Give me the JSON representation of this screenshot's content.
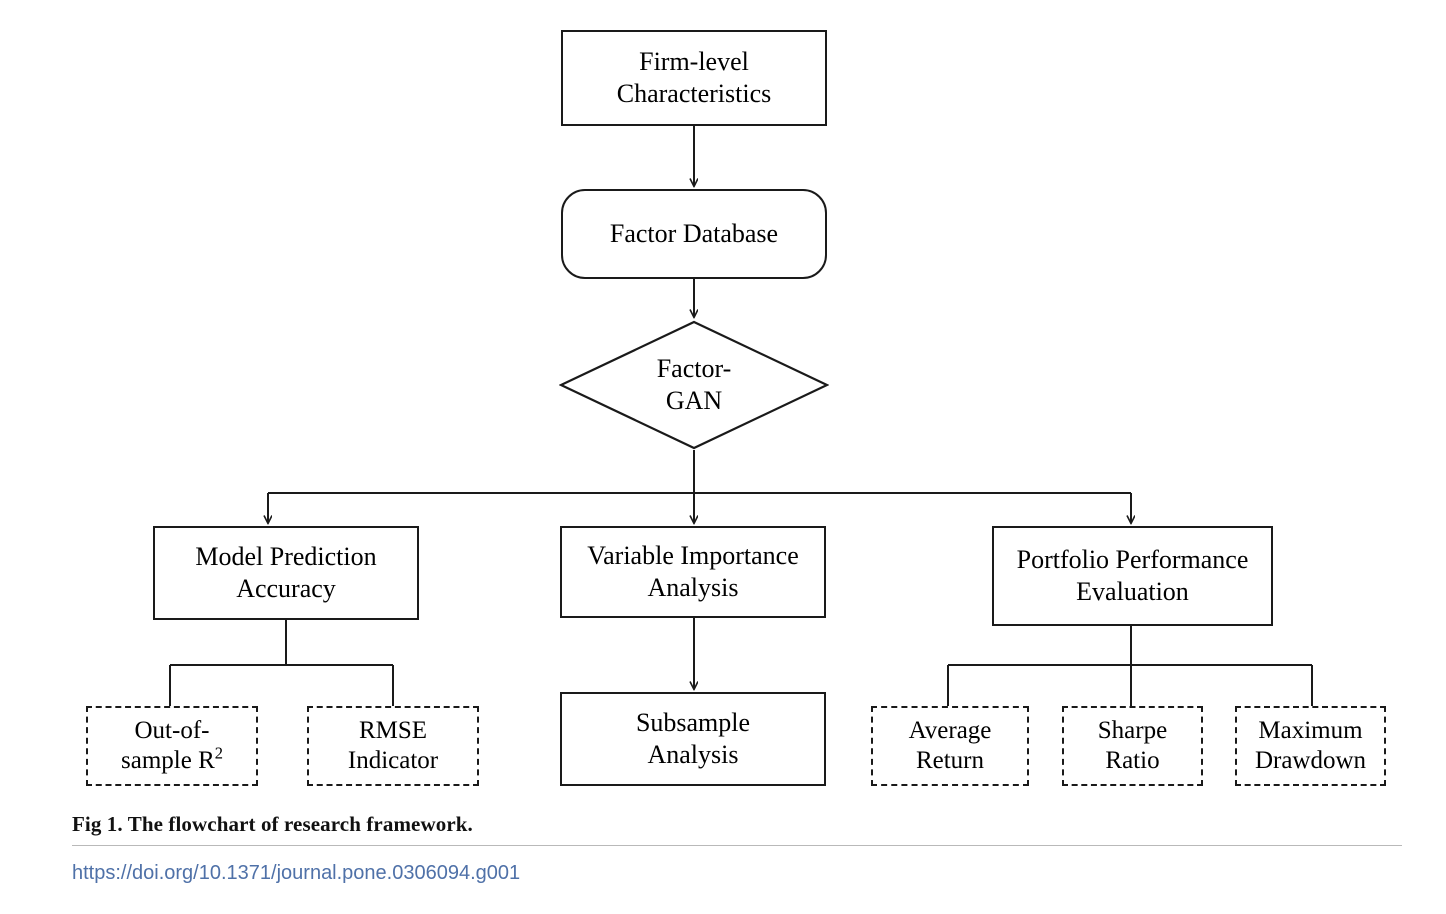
{
  "figure": {
    "caption": "Fig 1.  The flowchart of research framework.",
    "doi": "https://doi.org/10.1371/journal.pone.0306094.g001",
    "doi_color": "#4f71a8",
    "rule_color": "#b9b9b9",
    "stroke_color": "#1a1a1a",
    "background": "#ffffff"
  },
  "chart_data": {
    "type": "diagram",
    "title": "The flowchart of research framework",
    "orientation": "top-down",
    "nodes": [
      {
        "id": "firm",
        "label": "Firm-level\nCharacteristics",
        "shape": "rectangle",
        "level": 0
      },
      {
        "id": "db",
        "label": "Factor Database",
        "shape": "rounded-rectangle",
        "level": 1
      },
      {
        "id": "gan",
        "label": "Factor-\nGAN",
        "shape": "diamond",
        "level": 2
      },
      {
        "id": "accuracy",
        "label": "Model Prediction\nAccuracy",
        "shape": "rectangle",
        "level": 3
      },
      {
        "id": "importance",
        "label": "Variable Importance\nAnalysis",
        "shape": "rectangle",
        "level": 3
      },
      {
        "id": "portfolio",
        "label": "Portfolio Performance\nEvaluation",
        "shape": "rectangle",
        "level": 3
      },
      {
        "id": "r2",
        "label": "Out-of-\nsample R2",
        "shape": "dashed-rectangle",
        "level": 4
      },
      {
        "id": "rmse",
        "label": "RMSE\nIndicator",
        "shape": "dashed-rectangle",
        "level": 4
      },
      {
        "id": "subsample",
        "label": "Subsample\nAnalysis",
        "shape": "rectangle",
        "level": 4
      },
      {
        "id": "avgreturn",
        "label": "Average\nReturn",
        "shape": "dashed-rectangle",
        "level": 4
      },
      {
        "id": "sharpe",
        "label": "Sharpe\nRatio",
        "shape": "dashed-rectangle",
        "level": 4
      },
      {
        "id": "maxdd",
        "label": "Maximum\nDrawdown",
        "shape": "dashed-rectangle",
        "level": 4
      }
    ],
    "edges": [
      {
        "from": "firm",
        "to": "db",
        "arrow": true
      },
      {
        "from": "db",
        "to": "gan",
        "arrow": true
      },
      {
        "from": "gan",
        "to": "accuracy",
        "arrow": true
      },
      {
        "from": "gan",
        "to": "importance",
        "arrow": true
      },
      {
        "from": "gan",
        "to": "portfolio",
        "arrow": true
      },
      {
        "from": "accuracy",
        "to": "r2",
        "arrow": false
      },
      {
        "from": "accuracy",
        "to": "rmse",
        "arrow": false
      },
      {
        "from": "importance",
        "to": "subsample",
        "arrow": true
      },
      {
        "from": "portfolio",
        "to": "avgreturn",
        "arrow": false
      },
      {
        "from": "portfolio",
        "to": "sharpe",
        "arrow": false
      },
      {
        "from": "portfolio",
        "to": "maxdd",
        "arrow": false
      }
    ]
  },
  "nodes": {
    "firm": {
      "line1": "Firm-level",
      "line2": "Characteristics"
    },
    "db": {
      "line1": "Factor Database",
      "line2": ""
    },
    "gan": {
      "line1": "Factor-",
      "line2": "GAN"
    },
    "accuracy": {
      "line1": "Model Prediction",
      "line2": "Accuracy"
    },
    "importance": {
      "line1": "Variable Importance",
      "line2": "Analysis"
    },
    "portfolio": {
      "line1": "Portfolio Performance",
      "line2": "Evaluation"
    },
    "subsample": {
      "line1": "Subsample",
      "line2": "Analysis"
    },
    "r2": {
      "line1": "Out-of-",
      "line2": "sample R",
      "sup": "2"
    },
    "rmse": {
      "line1": "RMSE",
      "line2": "Indicator"
    },
    "avgreturn": {
      "line1": "Average",
      "line2": "Return"
    },
    "sharpe": {
      "line1": "Sharpe",
      "line2": "Ratio"
    },
    "maxdd": {
      "line1": "Maximum",
      "line2": "Drawdown"
    }
  }
}
